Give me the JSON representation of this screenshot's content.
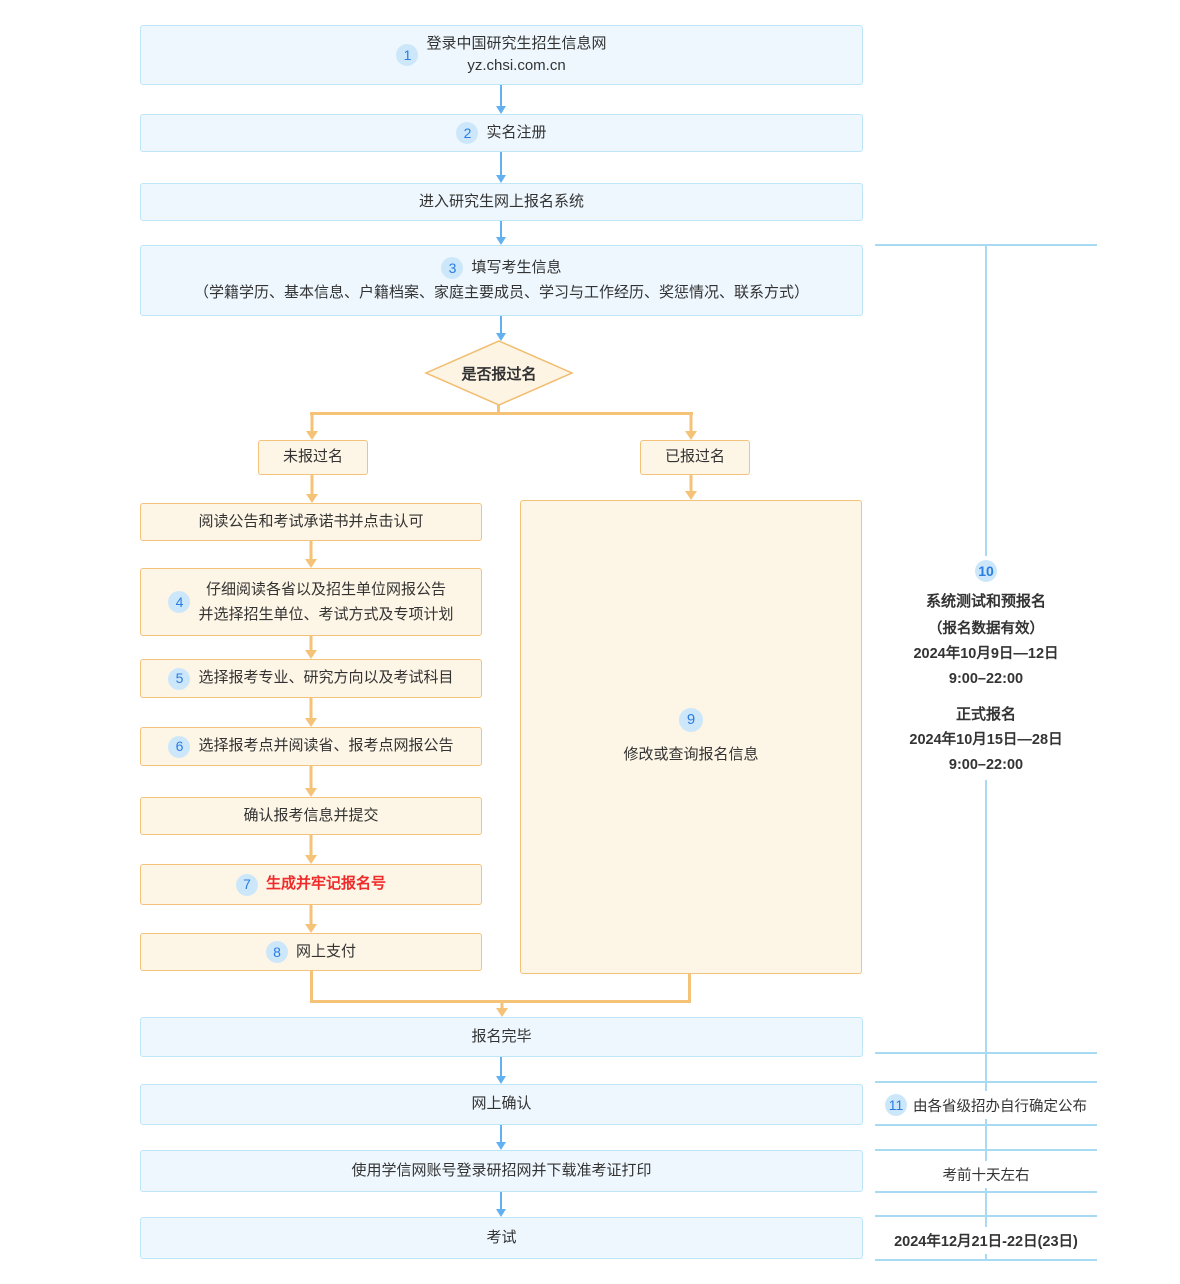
{
  "flow": {
    "step1": {
      "badge": "1",
      "line1": "登录中国研究生招生信息网",
      "line2": "yz.chsi.com.cn"
    },
    "step2": {
      "badge": "2",
      "label": "实名注册"
    },
    "enter_system": {
      "label": "进入研究生网上报名系统"
    },
    "step3": {
      "badge": "3",
      "title": "填写考生信息",
      "detail": "（学籍学历、基本信息、户籍档案、家庭主要成员、学习与工作经历、奖惩情况、联系方式）"
    },
    "decision": {
      "label": "是否报过名"
    },
    "branch_no": {
      "label": "未报过名"
    },
    "branch_yes": {
      "label": "已报过名"
    },
    "read_notice": {
      "label": "阅读公告和考试承诺书并点击认可"
    },
    "step4": {
      "badge": "4",
      "line1": "仔细阅读各省以及招生单位网报公告",
      "line2": "并选择招生单位、考试方式及专项计划"
    },
    "step5": {
      "badge": "5",
      "label": "选择报考专业、研究方向以及考试科目"
    },
    "step6": {
      "badge": "6",
      "label": "选择报考点并阅读省、报考点网报公告"
    },
    "confirm_submit": {
      "label": "确认报考信息并提交"
    },
    "step7": {
      "badge": "7",
      "label": "生成并牢记报名号"
    },
    "step8": {
      "badge": "8",
      "label": "网上支付"
    },
    "step9": {
      "badge": "9",
      "label": "修改或查询报名信息"
    },
    "done": {
      "label": "报名完毕"
    },
    "online_confirm": {
      "label": "网上确认"
    },
    "print_ticket": {
      "label": "使用学信网账号登录研招网并下载准考证打印"
    },
    "exam": {
      "label": "考试"
    }
  },
  "side_panel": {
    "section10": {
      "badge": "10",
      "title": "系统测试和预报名",
      "note": "（报名数据有效）",
      "date1": "2024年10月9日—12日",
      "time1": "9:00–22:00",
      "title2": "正式报名",
      "date2": "2024年10月15日—28日",
      "time2": "9:00–22:00"
    },
    "row11": {
      "badge": "11",
      "label": "由各省级招办自行确定公布"
    },
    "row_pre_exam": {
      "label": "考前十天左右"
    },
    "row_exam_date": {
      "label": "2024年12月21日-22日(23日)"
    }
  },
  "colors": {
    "box_blue_fill": "#eef7fe",
    "box_blue_border": "#bfe5f8",
    "arrow_blue": "#62b0ef",
    "box_cream_fill": "#fdf5e5",
    "box_cream_border": "#f3c37c",
    "arrow_orange": "#f5c378",
    "badge_bg": "#cde7fa",
    "badge_text": "#2a7de1",
    "alert_red": "#f02b2b",
    "panel_line": "#a9daf3",
    "text": "#333333"
  }
}
